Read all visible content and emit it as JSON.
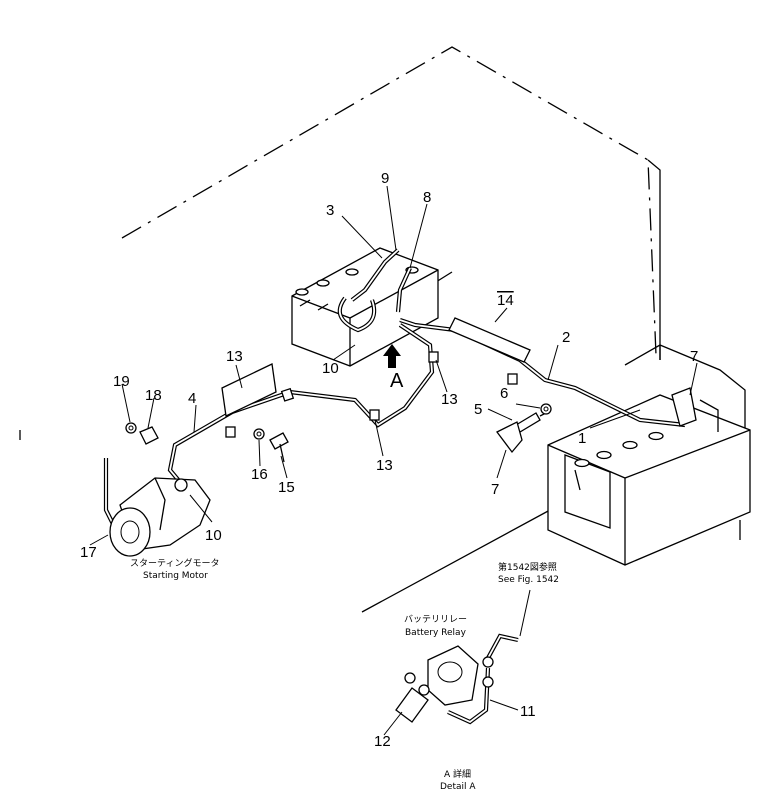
{
  "callouts": [
    {
      "id": "c1",
      "text": "1"
    },
    {
      "id": "c2",
      "text": "2"
    },
    {
      "id": "c3",
      "text": "3"
    },
    {
      "id": "c4",
      "text": "4"
    },
    {
      "id": "c5",
      "text": "5"
    },
    {
      "id": "c6",
      "text": "6"
    },
    {
      "id": "c7a",
      "text": "7"
    },
    {
      "id": "c7b",
      "text": "7"
    },
    {
      "id": "c8",
      "text": "8"
    },
    {
      "id": "c9",
      "text": "9"
    },
    {
      "id": "c10a",
      "text": "10"
    },
    {
      "id": "c10b",
      "text": "10"
    },
    {
      "id": "c11",
      "text": "11"
    },
    {
      "id": "c12",
      "text": "12"
    },
    {
      "id": "c13a",
      "text": "13"
    },
    {
      "id": "c13b",
      "text": "13"
    },
    {
      "id": "c13c",
      "text": "13"
    },
    {
      "id": "c14",
      "text": "14"
    },
    {
      "id": "c15",
      "text": "15"
    },
    {
      "id": "c16",
      "text": "16"
    },
    {
      "id": "c17",
      "text": "17"
    },
    {
      "id": "c18",
      "text": "18"
    },
    {
      "id": "c19",
      "text": "19"
    }
  ],
  "view_arrow": {
    "letter": "A"
  },
  "labels": {
    "starting_motor_jp": "スターティングモータ",
    "starting_motor_en": "Starting Motor",
    "battery_relay_jp": "バッテリリレー",
    "battery_relay_en": "Battery Relay",
    "see_fig_jp": "第1542図参照",
    "see_fig_en": "See Fig. 1542",
    "detail_jp": "A 詳細",
    "detail_en": "Detail A"
  }
}
